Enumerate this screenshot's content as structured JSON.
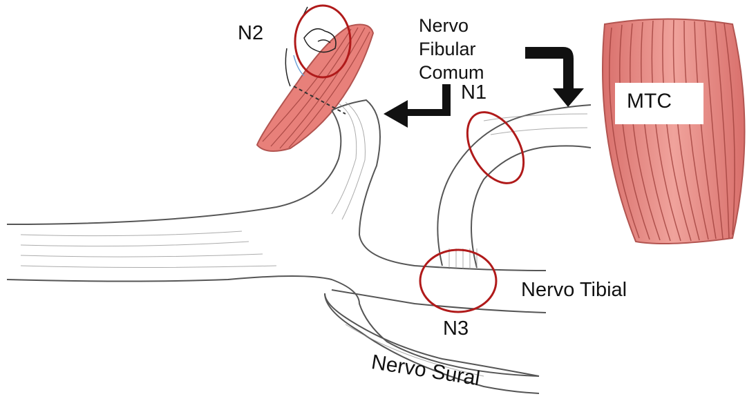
{
  "diagram": {
    "labels": {
      "fibular_nerve": "Nervo\nFibular\nComum",
      "n1": "N1",
      "n2": "N2",
      "n3": "N3",
      "mtc": "MTC",
      "tibial_nerve": "Nervo Tibial",
      "sural_nerve": "Nervo Sural"
    },
    "colors": {
      "muscle": "#e88a84",
      "muscle_dark": "#c05a58",
      "circle": "#b01a1a",
      "nerve_line": "#555555",
      "arrow": "#111111"
    }
  }
}
